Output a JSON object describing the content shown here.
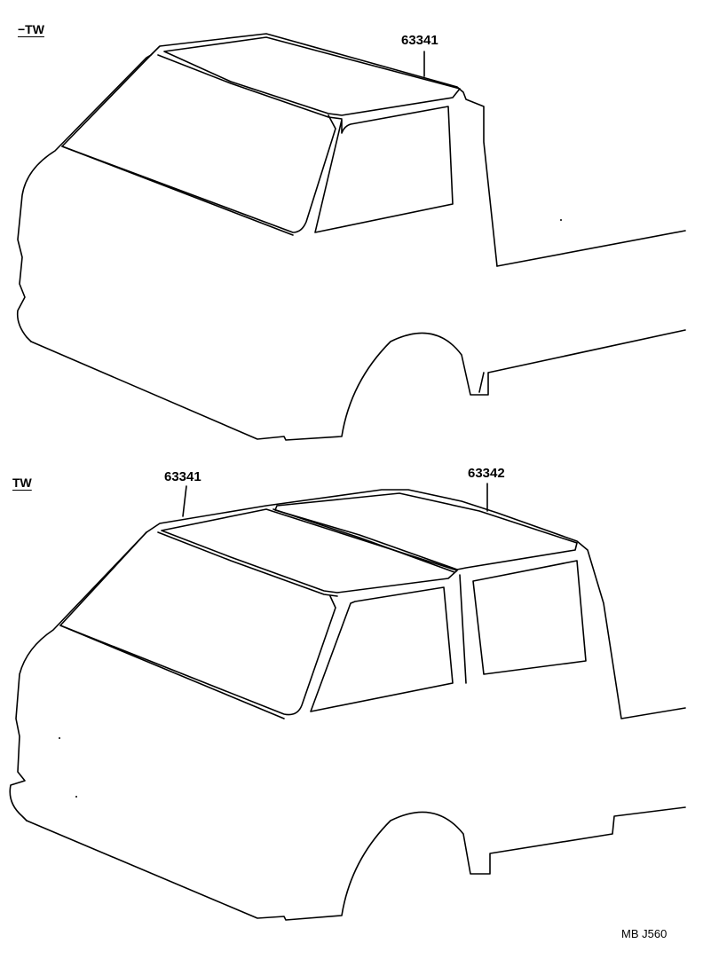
{
  "top_view": {
    "variant_label": "−TW",
    "callout": "63341"
  },
  "bottom_view": {
    "variant_label": "TW",
    "callout_front": "63341",
    "callout_rear": "63342"
  },
  "footer": {
    "code": "MB J560"
  }
}
